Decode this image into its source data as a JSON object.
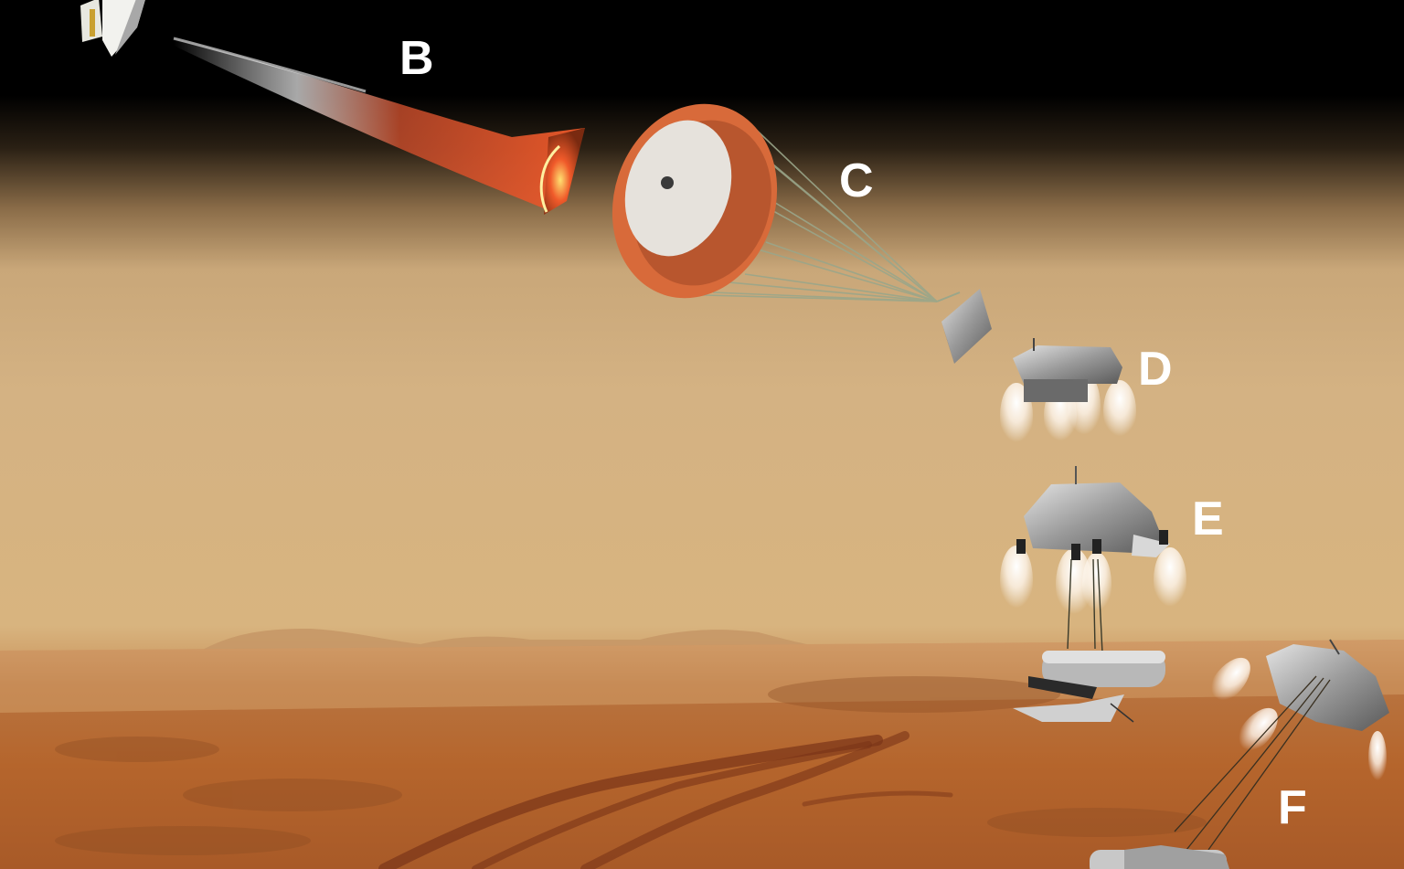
{
  "scene": {
    "description": "Mars entry, descent and landing sequence illustration",
    "colors": {
      "space": "#000000",
      "sky_upper": "#5a4630",
      "sky": "#d4b283",
      "haze": "#d9b47e",
      "ground": "#b5652c",
      "ground_dark": "#8a3f1c",
      "flame": "#e8502a",
      "parachute_orange": "#d86a3a",
      "parachute_white": "#e6e2dc",
      "label": "#ffffff"
    }
  },
  "labels": {
    "b": "B",
    "c": "C",
    "d": "D",
    "e": "E",
    "f": "F"
  },
  "stages": [
    {
      "id": "B",
      "name": "entry-capsule-heating"
    },
    {
      "id": "C",
      "name": "parachute-descent"
    },
    {
      "id": "D",
      "name": "powered-descent"
    },
    {
      "id": "E",
      "name": "sky-crane-lowering"
    },
    {
      "id": "F",
      "name": "touchdown-and-flyaway"
    }
  ]
}
